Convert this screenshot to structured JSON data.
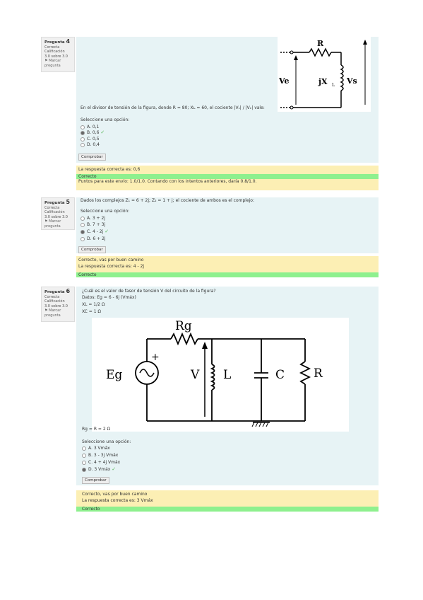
{
  "q4": {
    "info": {
      "label": "Pregunta",
      "num": "4",
      "status": "Correcta",
      "score": "Calificación 3.0 sobre 3.0",
      "flag": "Marcar pregunta"
    },
    "figure": {
      "r": "R",
      "ve": "Ve",
      "jxl": "jX",
      "jxl_sub": "L",
      "vs": "Vs"
    },
    "question": "En el divisor de tensión de la figura, donde R = 80; Xʟ = 60, el cociente |Vₛ| / |Vₑ| vale:",
    "select_label": "Seleccione una opción:",
    "options": [
      "A. 0,1",
      "B. 0,6",
      "C. 0,5",
      "D. 0,4"
    ],
    "submit": "Comprobar",
    "right_answer": "La respuesta correcta es: 0,6",
    "result": "Correcto",
    "points": "Puntos para este envío: 1.0/1.0. Contando con los intentos anteriores, daría 0.8/1.0."
  },
  "q5": {
    "info": {
      "label": "Pregunta",
      "num": "5",
      "status": "Correcta",
      "score": "Calificación 3.0 sobre 3.0",
      "flag": "Marcar pregunta"
    },
    "question": "Dados los complejos Z₁ = 6 + 2j; Z₂ = 1 + j; el cociente de ambos es el complejo:",
    "select_label": "Seleccione una opción:",
    "options": [
      "A. 3 + 2j",
      "B. 7 + 3j",
      "C. 4 - 2j",
      "D. 6 + 2j"
    ],
    "submit": "Comprobar",
    "feedback1": "Correcto, vas por buen camino",
    "right_answer": "La respuesta correcta es: 4 - 2j",
    "result": "Correcto"
  },
  "q6": {
    "info": {
      "label": "Pregunta",
      "num": "6",
      "status": "Correcta",
      "score": "Calificación 3.0 sobre 3.0",
      "flag": "Marcar pregunta"
    },
    "question": "¿Cuál es el valor de fasor de tensión V del circuito de la figura?",
    "data_line": "Datos: Eg = 6 - 6j (Vmáx)",
    "xl_line": "XL = 1/2 Ω",
    "xc_line": "XC = 1 Ω",
    "figure": {
      "rg": "Rg",
      "plus": "+",
      "eg": "Eg",
      "v": "V",
      "l": "L",
      "c": "C",
      "r": "R"
    },
    "rg_line": "Rg = R = 2 Ω",
    "select_label": "Seleccione una opción:",
    "options": [
      "A. 3 Vmáx",
      "B. 3 - 3j Vmáx",
      "C. 4 + 4j Vmáx",
      "D. 3 Vmáx"
    ],
    "submit": "Comprobar",
    "feedback1": "Correcto, vas por buen camino",
    "right_answer": "La respuesta correcta es: 3 Vmáx",
    "result": "Correcto"
  },
  "colors": {
    "blue": "#e7f3f5",
    "yellow": "#fcefb4",
    "green": "#8ef08e",
    "check": "#5cb85c"
  }
}
